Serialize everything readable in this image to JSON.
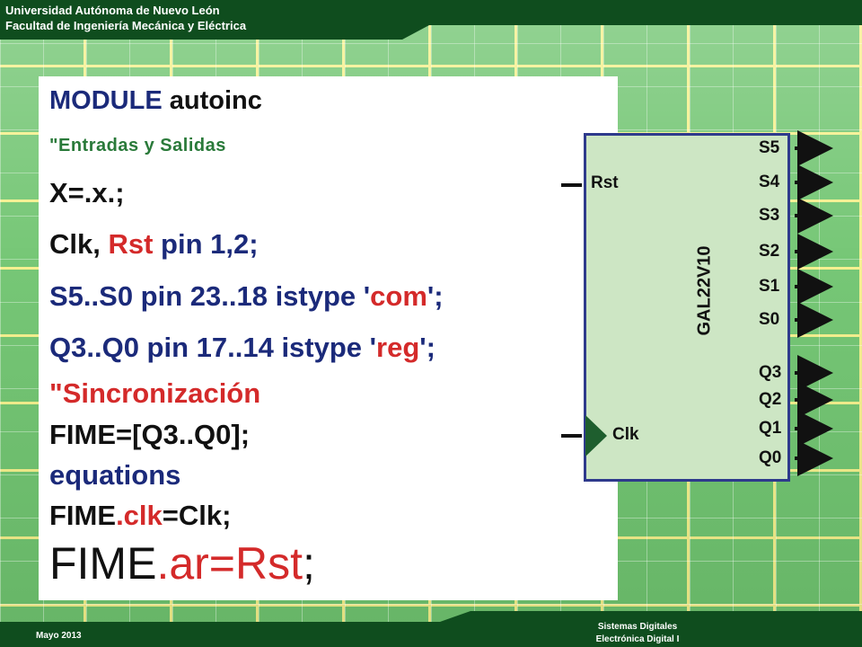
{
  "header": {
    "university": "Universidad Autónoma de Nuevo León",
    "faculty": "Facultad de Ingeniería Mecánica y Eléctrica"
  },
  "footer": {
    "date": "Mayo 2013",
    "course_line1": "Sistemas Digitales",
    "course_line2": "Electrónica Digital I"
  },
  "code": {
    "l1_kw": "MODULE",
    "l1_name": " autoinc",
    "l2": "\"Entradas y Salidas",
    "l3": "X=.x.;",
    "l4_a": "Clk, ",
    "l4_b": "Rst",
    "l4_c": " pin 1,2;",
    "l5_a": "S5..S0 pin 23..18 istype '",
    "l5_b": "com",
    "l5_c": "';",
    "l6_a": "Q3..Q0 pin 17..14 istype '",
    "l6_b": "reg",
    "l6_c": "';",
    "l7": "\"Sincronización",
    "l8": "FIME=[Q3..Q0];",
    "l9": "equations",
    "l10_a": "FIME",
    "l10_b": ".clk",
    "l10_c": "=Clk;",
    "l11_a": "FIME",
    "l11_b": ".ar=Rst",
    "l11_c": ";"
  },
  "diagram": {
    "chip_name": "GAL22V10",
    "inputs": [
      "Rst",
      "Clk"
    ],
    "outputs": [
      "S5",
      "S4",
      "S3",
      "S2",
      "S1",
      "S0",
      "Q3",
      "Q2",
      "Q1",
      "Q0"
    ],
    "colors": {
      "chip_fill": "#cde6c4",
      "chip_border": "#2e3a8c",
      "clock_triangle": "#1e5e2e"
    }
  }
}
